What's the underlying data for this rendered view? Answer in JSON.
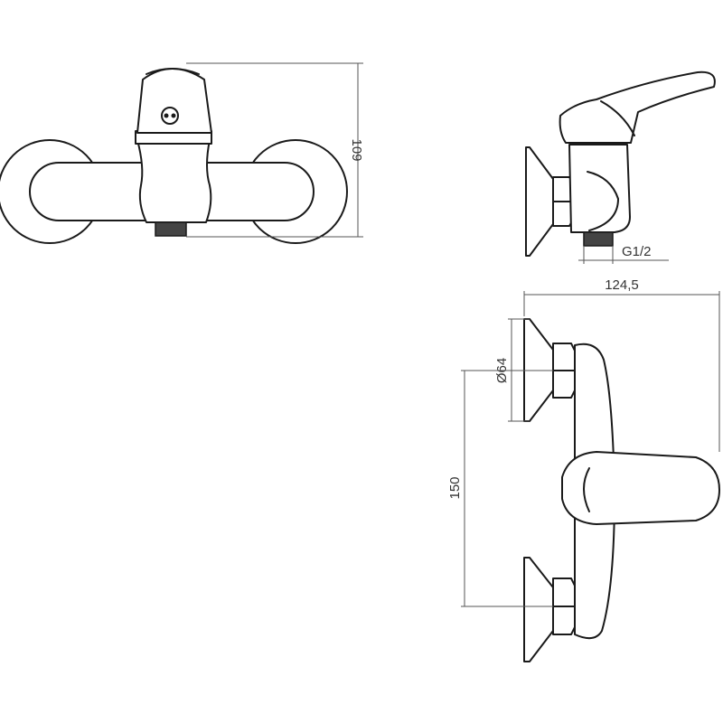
{
  "dimensions": {
    "height_front": "109",
    "thread_size": "G1/2",
    "depth": "124,5",
    "rosette_diameter": "Ø64",
    "center_distance": "150"
  },
  "colors": {
    "line": "#1a1a1a",
    "dimension": "#555555",
    "thread": "#444444"
  }
}
